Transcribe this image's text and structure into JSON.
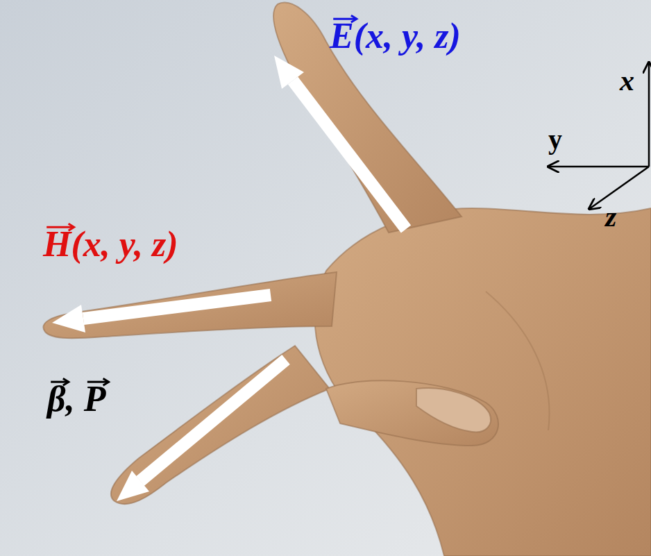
{
  "diagram": {
    "labels": [
      "E(x, y, z)",
      "H(x, y, z)",
      "β, P",
      "x",
      "y",
      "z"
    ]
  }
}
